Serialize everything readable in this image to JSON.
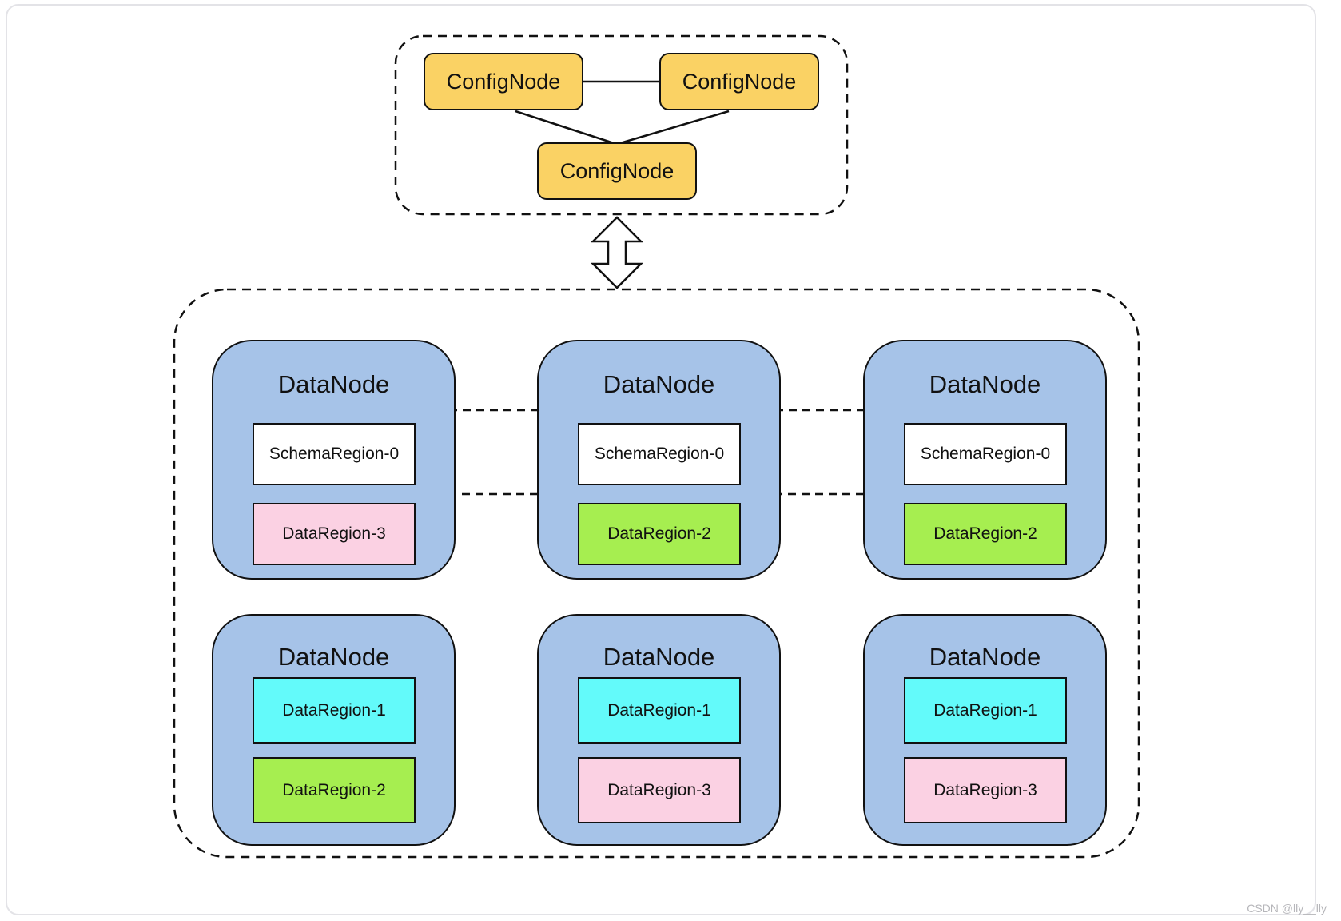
{
  "config_cluster": {
    "nodes": [
      {
        "label": "ConfigNode"
      },
      {
        "label": "ConfigNode"
      },
      {
        "label": "ConfigNode"
      }
    ]
  },
  "data_cluster": {
    "nodes": [
      {
        "title": "DataNode",
        "regions": [
          {
            "label": "SchemaRegion-0",
            "color": "#FFFFFF"
          },
          {
            "label": "DataRegion-3",
            "color": "#FBD1E3"
          }
        ]
      },
      {
        "title": "DataNode",
        "regions": [
          {
            "label": "SchemaRegion-0",
            "color": "#FFFFFF"
          },
          {
            "label": "DataRegion-2",
            "color": "#A6EE50"
          }
        ]
      },
      {
        "title": "DataNode",
        "regions": [
          {
            "label": "SchemaRegion-0",
            "color": "#FFFFFF"
          },
          {
            "label": "DataRegion-2",
            "color": "#A6EE50"
          }
        ]
      },
      {
        "title": "DataNode",
        "regions": [
          {
            "label": "DataRegion-1",
            "color": "#63FAFA"
          },
          {
            "label": "DataRegion-2",
            "color": "#A6EE50"
          }
        ]
      },
      {
        "title": "DataNode",
        "regions": [
          {
            "label": "DataRegion-1",
            "color": "#63FAFA"
          },
          {
            "label": "DataRegion-3",
            "color": "#FBD1E3"
          }
        ]
      },
      {
        "title": "DataNode",
        "regions": [
          {
            "label": "DataRegion-1",
            "color": "#63FAFA"
          },
          {
            "label": "DataRegion-3",
            "color": "#FBD1E3"
          }
        ]
      }
    ]
  },
  "colors": {
    "config_node": "#FAD264",
    "data_node": "#A6C3E8",
    "outline": "#111111"
  },
  "watermark": "CSDN @lly__lly"
}
